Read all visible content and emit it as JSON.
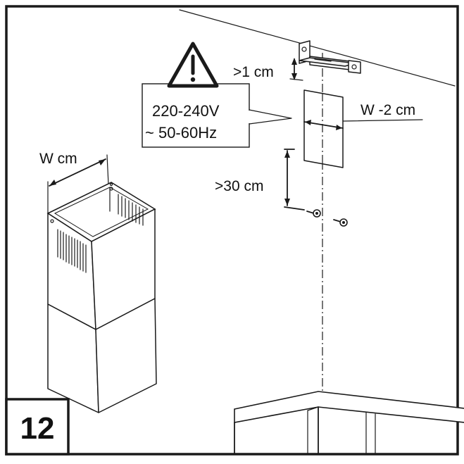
{
  "step_number": "12",
  "warning": {
    "icon": "warning-triangle-icon",
    "voltage": "220-240V",
    "frequency": "~ 50-60Hz"
  },
  "dimensions": {
    "top_gap": ">1 cm",
    "bottom_gap": ">30 cm",
    "bracket_width": "W -2 cm",
    "chimney_width": "W cm"
  }
}
